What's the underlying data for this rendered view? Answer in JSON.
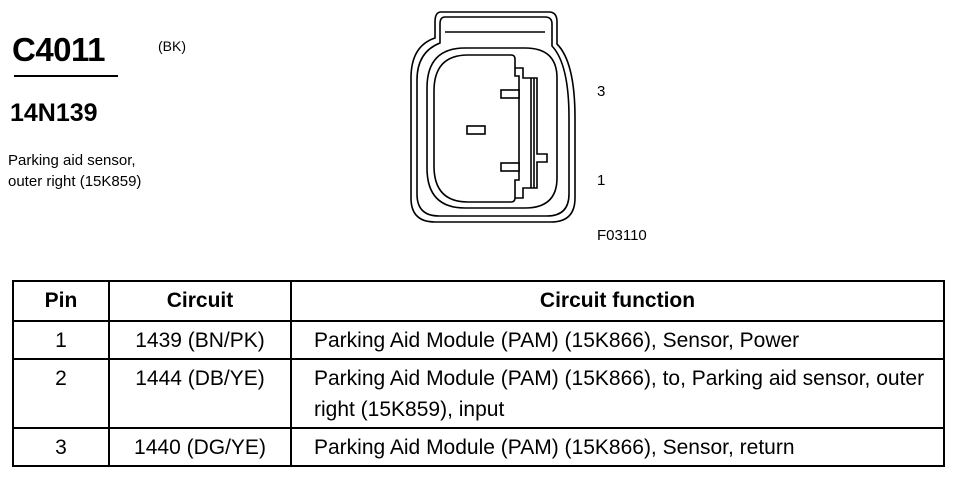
{
  "connector": {
    "id": "C4011",
    "color": "(BK)",
    "part_number": "14N139",
    "description_line1": "Parking aid sensor,",
    "description_line2": "outer right (15K859)"
  },
  "diagram": {
    "pin_labels": {
      "pin3": "3",
      "pin1": "1"
    },
    "figure_code": "F03110"
  },
  "table": {
    "headers": {
      "pin": "Pin",
      "circuit": "Circuit",
      "function": "Circuit function"
    },
    "rows": [
      {
        "pin": "1",
        "circuit": "1439 (BN/PK)",
        "function": "Parking Aid Module (PAM) (15K866), Sensor, Power"
      },
      {
        "pin": "2",
        "circuit": "1444 (DB/YE)",
        "function": "Parking Aid Module (PAM) (15K866), to, Parking aid sensor, outer right (15K859), input"
      },
      {
        "pin": "3",
        "circuit": "1440 (DG/YE)",
        "function": "Parking Aid Module (PAM) (15K866), Sensor, return"
      }
    ]
  }
}
